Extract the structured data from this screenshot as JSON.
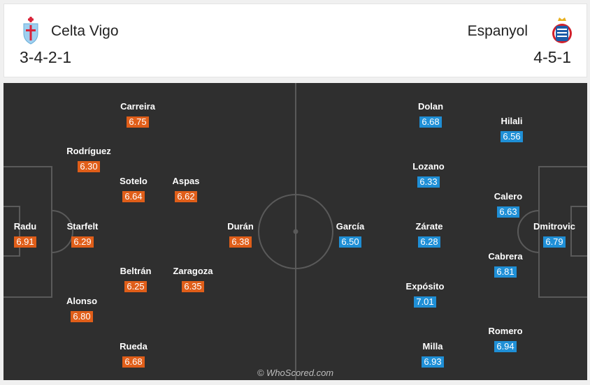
{
  "home": {
    "name": "Celta Vigo",
    "formation": "3-4-2-1",
    "accent": "#e05e19",
    "crest_icon": "celta-vigo-crest-icon"
  },
  "away": {
    "name": "Espanyol",
    "formation": "4-5-1",
    "accent": "#1f8fd6",
    "crest_icon": "espanyol-crest-icon"
  },
  "home_players": [
    {
      "name": "Radu",
      "rating": "6.91"
    },
    {
      "name": "Rodríguez",
      "rating": "6.30"
    },
    {
      "name": "Starfelt",
      "rating": "6.29"
    },
    {
      "name": "Alonso",
      "rating": "6.80"
    },
    {
      "name": "Carreira",
      "rating": "6.75"
    },
    {
      "name": "Sotelo",
      "rating": "6.64"
    },
    {
      "name": "Beltrán",
      "rating": "6.25"
    },
    {
      "name": "Rueda",
      "rating": "6.68"
    },
    {
      "name": "Aspas",
      "rating": "6.62"
    },
    {
      "name": "Zaragoza",
      "rating": "6.35"
    },
    {
      "name": "Durán",
      "rating": "6.38"
    }
  ],
  "away_players": [
    {
      "name": "Dmitrovic",
      "rating": "6.79"
    },
    {
      "name": "Hilali",
      "rating": "6.56"
    },
    {
      "name": "Calero",
      "rating": "6.63"
    },
    {
      "name": "Cabrera",
      "rating": "6.81"
    },
    {
      "name": "Romero",
      "rating": "6.94"
    },
    {
      "name": "Dolan",
      "rating": "6.68"
    },
    {
      "name": "Lozano",
      "rating": "6.33"
    },
    {
      "name": "Zárate",
      "rating": "6.28"
    },
    {
      "name": "Expósito",
      "rating": "7.01"
    },
    {
      "name": "Milla",
      "rating": "6.93"
    },
    {
      "name": "García",
      "rating": "6.50"
    }
  ],
  "watermark": "© WhoScored.com"
}
